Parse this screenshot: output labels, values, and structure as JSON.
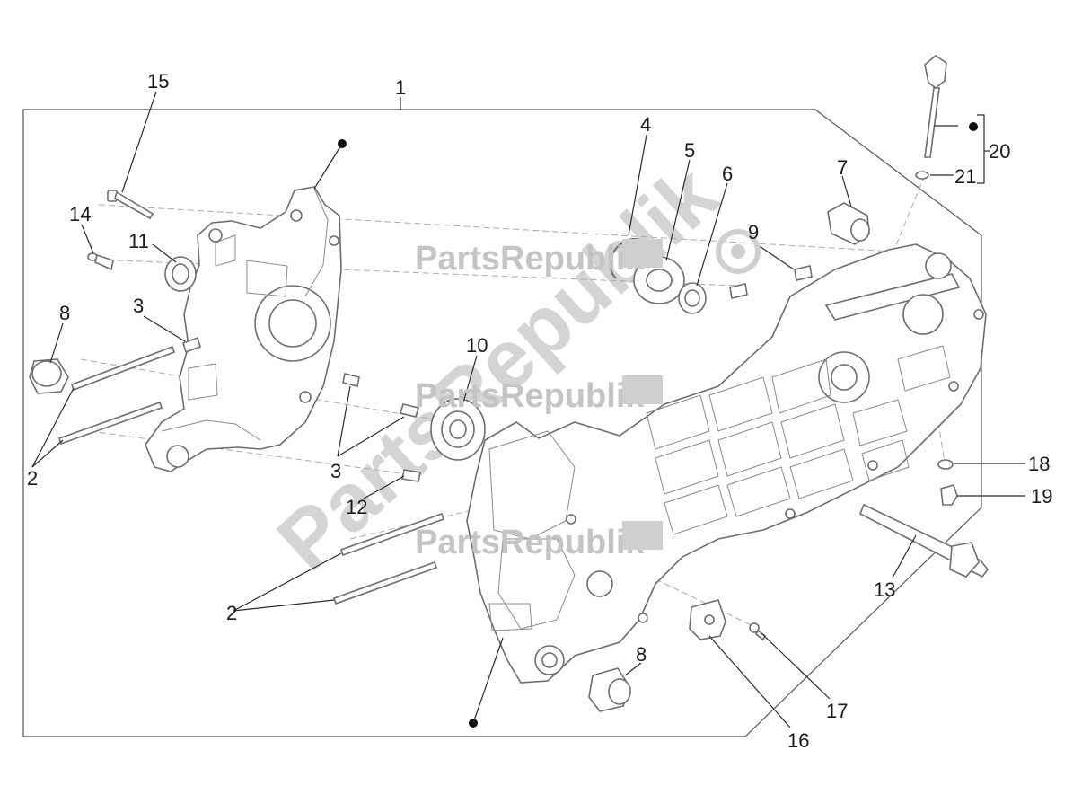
{
  "watermark": {
    "brand": "PartsRepublik",
    "large": "PartsRepublik"
  },
  "callouts": {
    "c1": "1",
    "c2a": "2",
    "c2b": "2",
    "c3a": "3",
    "c3b": "3",
    "c4": "4",
    "c5": "5",
    "c6": "6",
    "c7": "7",
    "c8a": "8",
    "c8b": "8",
    "c9": "9",
    "c10": "10",
    "c11": "11",
    "c12": "12",
    "c13": "13",
    "c14": "14",
    "c15": "15",
    "c16": "16",
    "c17": "17",
    "c18": "18",
    "c19": "19",
    "c20": "20",
    "c21": "21"
  }
}
